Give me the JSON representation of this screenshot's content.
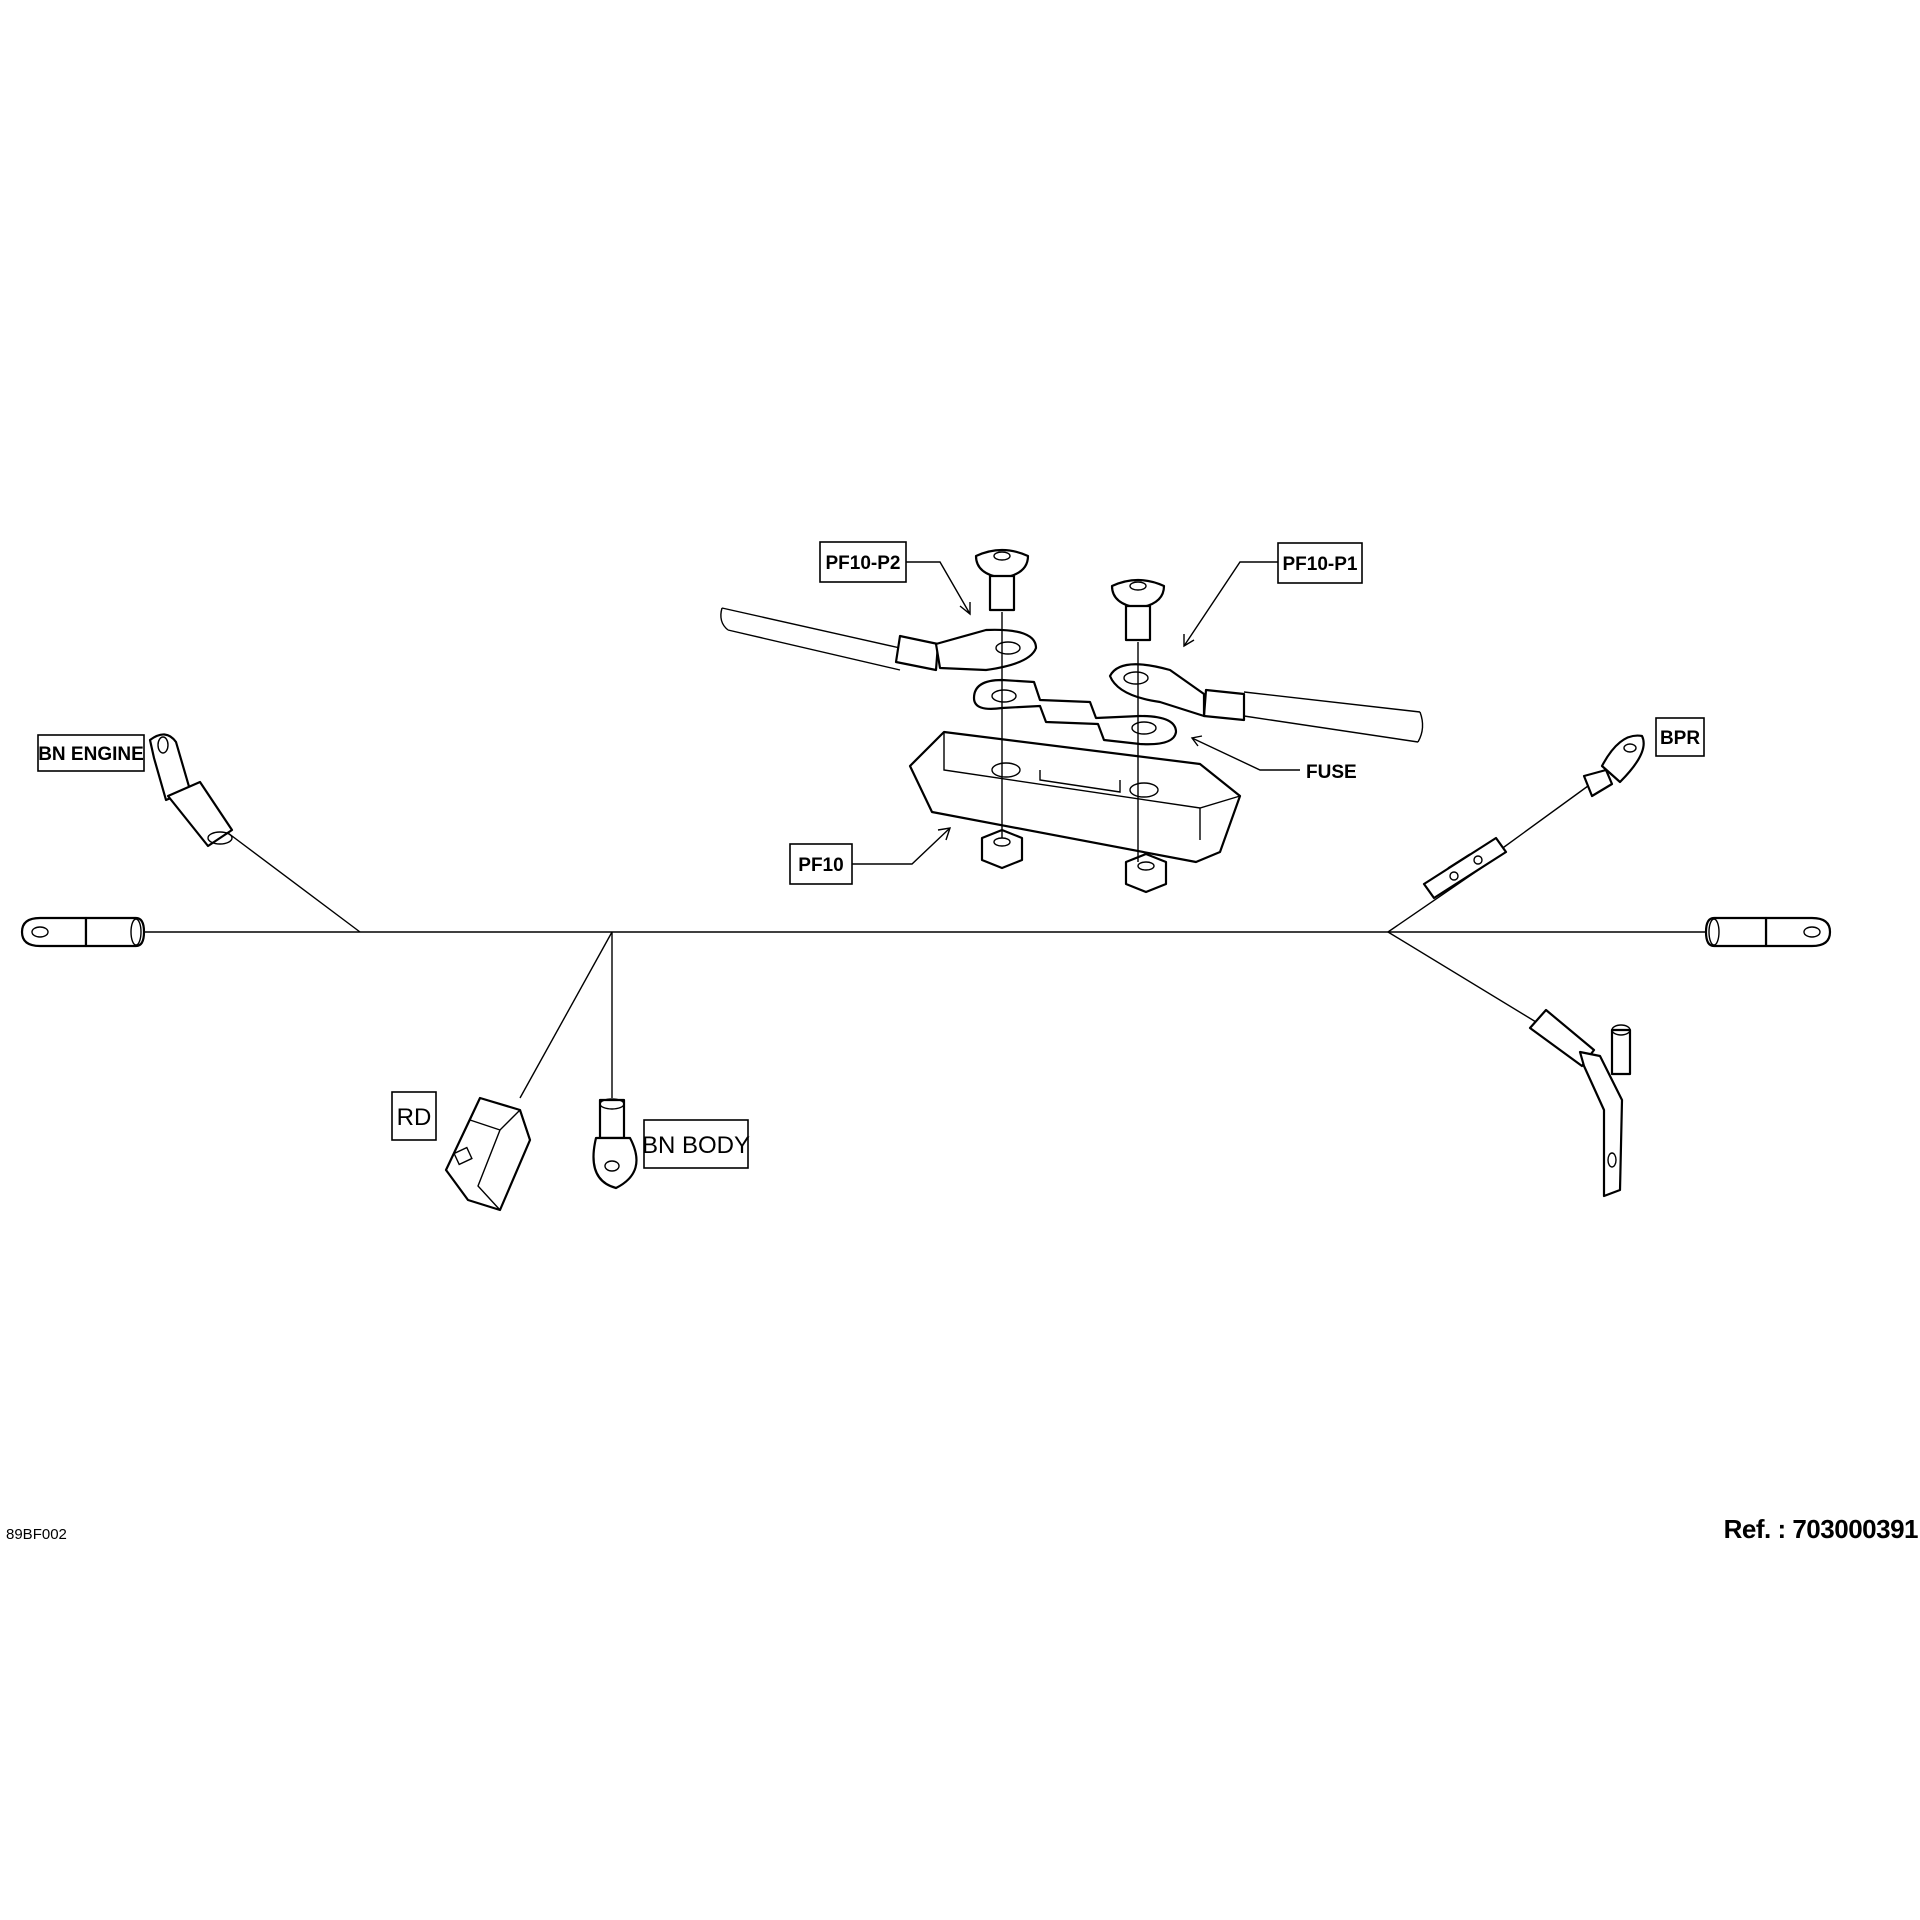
{
  "labels": {
    "bn_engine": "BN ENGINE",
    "pf10_p2": "PF10-P2",
    "pf10_p1": "PF10-P1",
    "fuse": "FUSE",
    "pf10": "PF10",
    "bpr": "BPR",
    "rd": "RD",
    "bn_body": "BN BODY"
  },
  "footer": {
    "drawing_code": "89BF002",
    "ref": "Ref. : 703000391"
  }
}
